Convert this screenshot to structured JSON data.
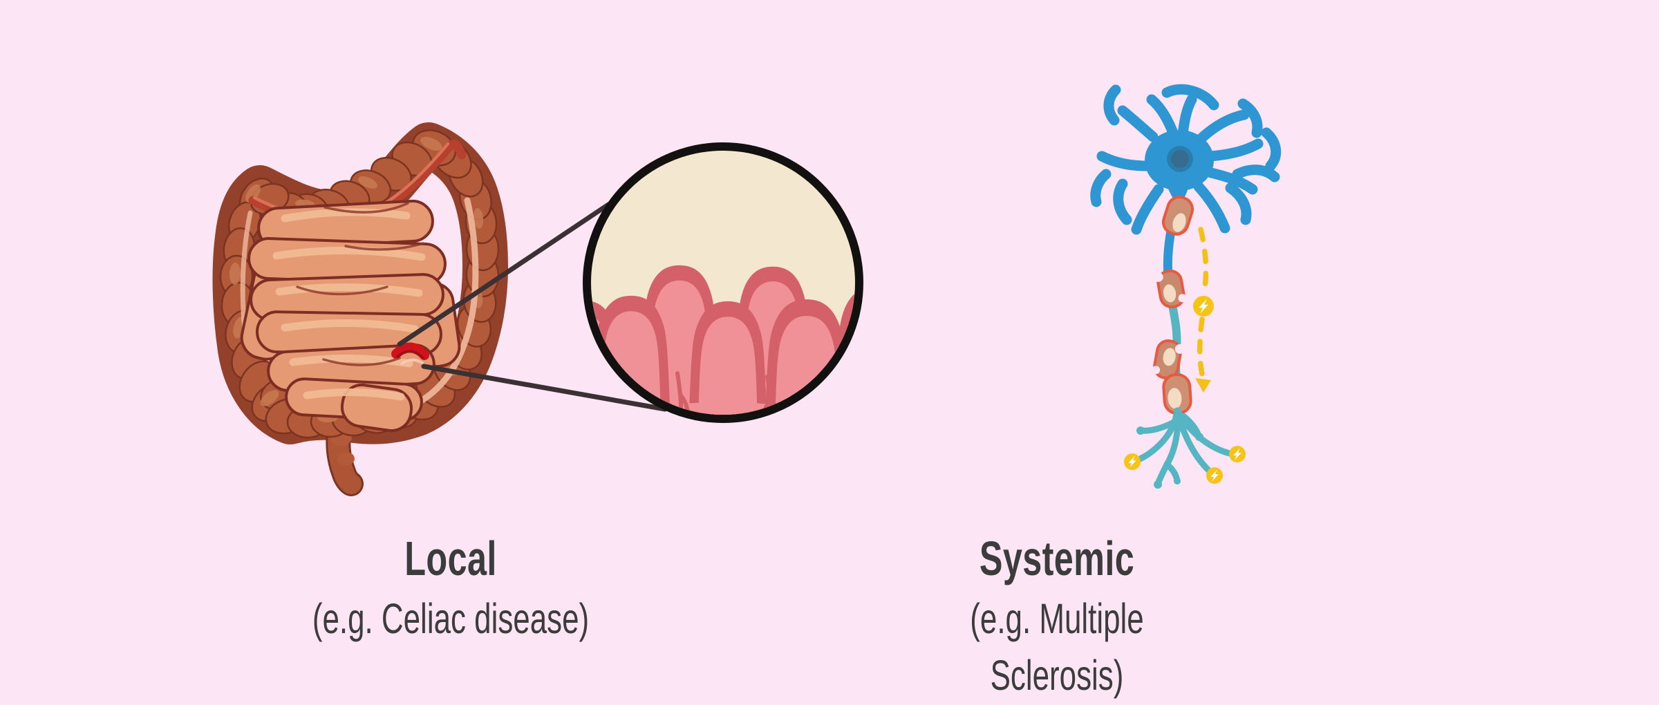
{
  "page": {
    "background_color": "#fce6f6"
  },
  "sections": {
    "local": {
      "title": "Local",
      "subtitle": "(e.g. Celiac disease)",
      "illustration": "intestine-with-magnified-damaged-villi-icon"
    },
    "systemic": {
      "title": "Systemic",
      "subtitle": "(e.g. Multiple Sclerosis)",
      "illustration": "neuron-with-damaged-myelin-icon"
    }
  },
  "colors": {
    "background": "#fce6f6",
    "text": "#3c3c3c",
    "colon_body": "#ae5536",
    "colon_crevice": "#93412a",
    "colon_highlight": "#c97a52",
    "taenia_red": "#b8402e",
    "small_intestine": "#e59a73",
    "small_intestine_outline": "#7d2d22",
    "inflammation_red": "#d0121b",
    "leader_line": "#3b3034",
    "lens_border": "#131010",
    "lens_fill": "#f4e7d0",
    "villus_body": "#ef9196",
    "villus_rim": "#d4606a",
    "neuron_blue": "#2e96d2",
    "nucleus_blue": "#366d8e",
    "axon_teal": "#55b5c3",
    "myelin_body": "#cf8f72",
    "myelin_outline": "#e55a41",
    "myelin_patch": "#f4dcc4",
    "impulse_yellow": "#f3c018"
  }
}
